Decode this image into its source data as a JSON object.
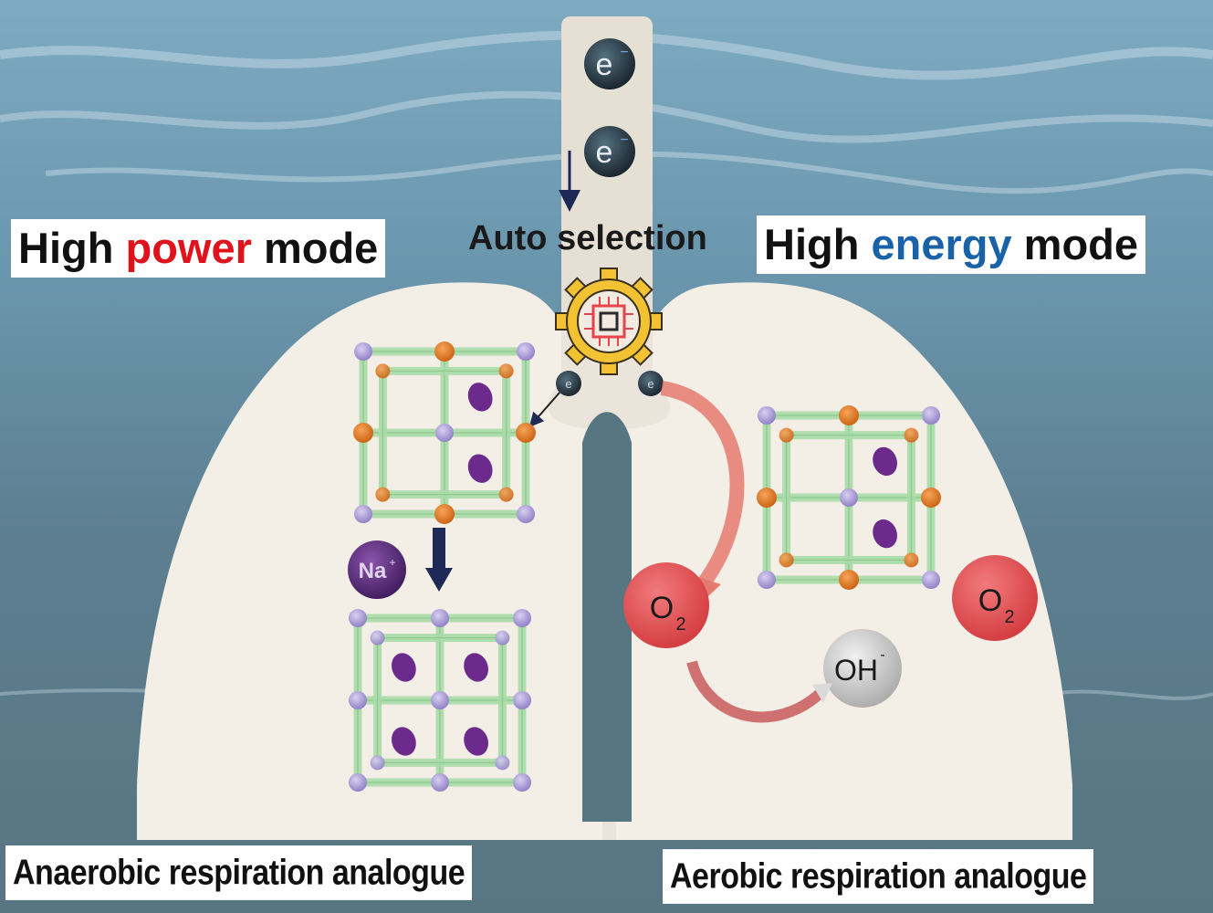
{
  "diagram": {
    "title_left": {
      "prefix": "High ",
      "highlight": "power",
      "suffix": " mode",
      "highlight_color": "#e0121b"
    },
    "title_right": {
      "prefix": "High ",
      "highlight": "energy",
      "suffix": " mode",
      "highlight_color": "#1a62a8"
    },
    "center_label": "Auto selection",
    "electron_label": "e",
    "electron_charge": "−",
    "na_ion_label": "Na",
    "na_ion_charge": "+",
    "oxygen_label": "O",
    "oxygen_subscript": "2",
    "hydroxide_label": "OH",
    "hydroxide_charge": "-",
    "bottom_left": "Anaerobic respiration analogue",
    "bottom_right": "Aerobic respiration analogue",
    "colors": {
      "lung": "#f4efe6",
      "trachea": "#e6dfd4",
      "electron": "#253540",
      "gear": "#f2c233",
      "chip": "#e8434a",
      "framework_bond": "#a9dca8",
      "metal_node_purple": "#a99ad6",
      "metal_node_orange": "#e07a22",
      "guest_ion": "#6b2a8c",
      "na_ion": "#5b2a7e",
      "oxygen": "#e04a4e",
      "hydroxide": "#c8c8c8",
      "arrow_dark": "#1e2a55",
      "arrow_red": "#e57a6e"
    }
  }
}
